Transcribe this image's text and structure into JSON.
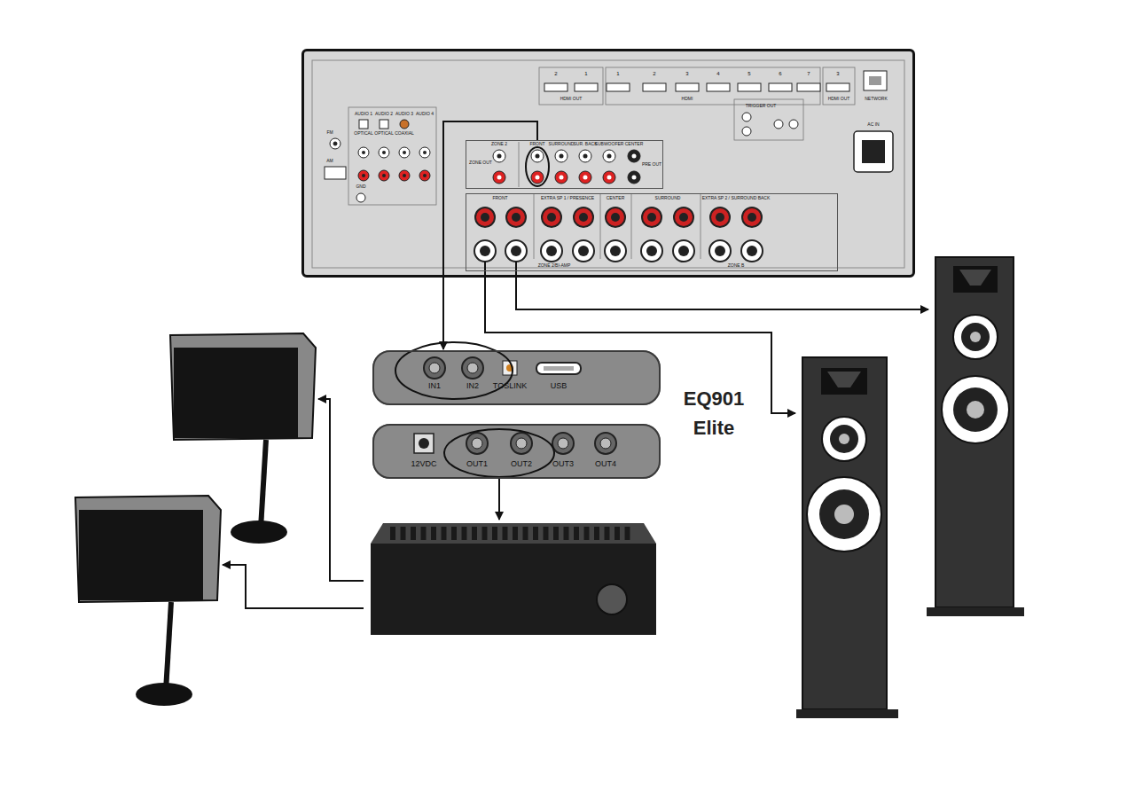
{
  "diagram": {
    "nodes": [
      {
        "text": [
          "AC IN"
        ]
      },
      {
        "text": [
          "ZONE 2",
          "ZONE OUT",
          "FRONT",
          "SURROUND",
          "SUR. BACK",
          "SUBWOOFER",
          "CENTER",
          "PRE OUT"
        ],
        "in": 0
      },
      {
        "text": [
          "FRONT",
          "EXTRA SP 1 / PRESENCE",
          "CENTER",
          "SURROUND",
          "EXTRA SP 2 / SURROUND BACK",
          "ZONE 2/BI-AMP",
          "ZONE B"
        ],
        "in": 0
      },
      {
        "text": [
          "IN1",
          "IN2",
          "TOSLINK",
          "USB"
        ]
      },
      {
        "text": [
          "12VDC",
          "OUT1",
          "OUT2",
          "OUT3",
          "OUT4"
        ]
      }
    ],
    "edges": [
      {
        "from": 1,
        "to": 3,
        "arrow": "to"
      }
    ],
    "labels": [
      "EQ901 Elite",
      "2",
      "1",
      "1",
      "2",
      "3",
      "4",
      "5",
      "6",
      "7",
      "3",
      "HDMI OUT",
      "HDMI",
      "HDMI OUT",
      "NETWORK",
      "TRIGGER OUT",
      "AUDIO 1",
      "AUDIO 2",
      "AUDIO 3",
      "AUDIO 4",
      "OPTICAL",
      "OPTICAL",
      "COAXIAL",
      "FM",
      "AM",
      "GND"
    ]
  }
}
